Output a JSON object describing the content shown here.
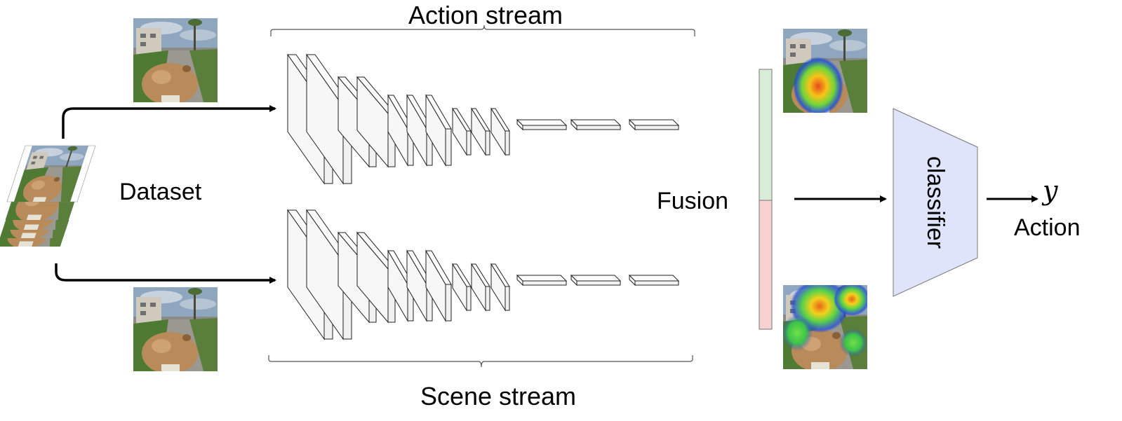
{
  "labels": {
    "action_stream": "Action stream",
    "scene_stream": "Scene stream",
    "dataset": "Dataset",
    "fusion": "Fusion",
    "classifier": "classifier",
    "y": "y",
    "action": "Action"
  },
  "colors": {
    "fusion_top": "#d8ecd8",
    "fusion_bottom": "#f6d2d2",
    "classifier_fill": "#dfe4fb",
    "layer_fill": "#f3f3f3",
    "sky": "#8aa3bd",
    "grass": "#4f7a33",
    "road": "#8c8a86",
    "dog": "#b98a5a"
  }
}
